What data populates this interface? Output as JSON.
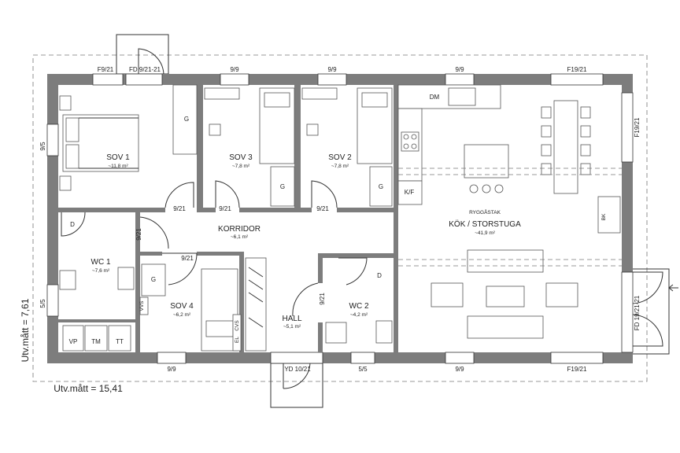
{
  "rooms": {
    "sov1": {
      "name": "SOV 1",
      "area": "~11,8 m²"
    },
    "sov3": {
      "name": "SOV 3",
      "area": "~7,8 m²"
    },
    "sov2": {
      "name": "SOV 2",
      "area": "~7,8 m²"
    },
    "korridor": {
      "name": "KORRIDOR",
      "area": "~6,1 m²"
    },
    "wc1": {
      "name": "WC 1",
      "area": "~7,6 m²"
    },
    "sov4": {
      "name": "SOV 4",
      "area": "~6,2 m²"
    },
    "hall": {
      "name": "HALL",
      "area": "~5,1 m²"
    },
    "wc2": {
      "name": "WC 2",
      "area": "~4,2 m²"
    },
    "kok": {
      "name": "KÖK / STORSTUGA",
      "area": "~41,9 m²",
      "ceiling": "RYGGÅSTAK"
    }
  },
  "windows": {
    "top_sov1": "F9/21",
    "top_door": "FD 9/21-21",
    "top_sov3": "9/9",
    "top_sov2": "9/9",
    "top_kitchen": "9/9",
    "top_living": "F19/21",
    "right_upper": "F19/21",
    "right_door": "FD 19/21-21",
    "left_sov1": "9/5",
    "left_wc1": "5/5",
    "bottom_wc1": "9/9",
    "bottom_entry": "YD 10/21",
    "bottom_wc2": "5/5",
    "bottom_kitchen": "9/9",
    "bottom_living": "F19/21"
  },
  "doors": {
    "sov1": "9/21",
    "sov3": "9/21",
    "sov2": "9/21",
    "wc1": "9/21",
    "sov4": "9/21",
    "wc2": "9/21"
  },
  "fixtures": {
    "wardrobe": "G",
    "dishwasher": "DM",
    "fridge": "K/F",
    "washer": "D",
    "vp": "VP",
    "tm": "TM",
    "tt": "TT",
    "vvs": "VVS",
    "el": "EL",
    "cvs": "CVS",
    "bk": "BK"
  },
  "dimensions": {
    "width": "Utv.mått = 15,41",
    "height": "Utv.mått = 7,61"
  }
}
